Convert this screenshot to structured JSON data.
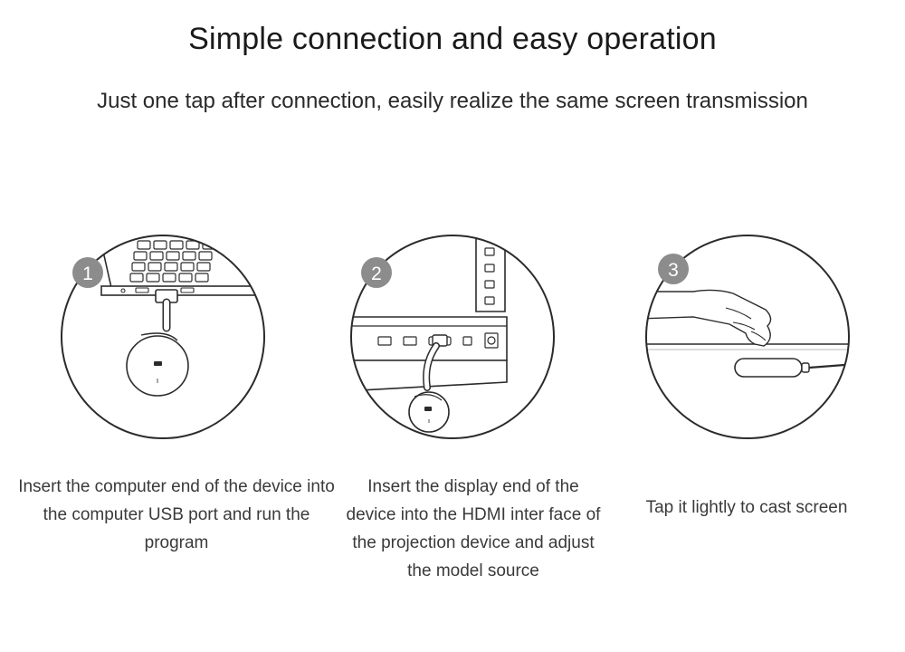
{
  "header": {
    "title": "Simple connection and easy operation",
    "subtitle": "Just one tap after connection, easily realize the same screen transmission"
  },
  "steps": [
    {
      "number": "1",
      "caption": "Insert the computer end of the device into the computer USB port and run the program"
    },
    {
      "number": "2",
      "caption": "Insert the display end of the device into the HDMI inter face of the projection device and adjust the model source"
    },
    {
      "number": "3",
      "caption": "Tap it lightly to cast screen"
    }
  ],
  "colors": {
    "badge": "#8c8c8c",
    "line": "#2b2b2b",
    "text": "#1a1a1a"
  }
}
